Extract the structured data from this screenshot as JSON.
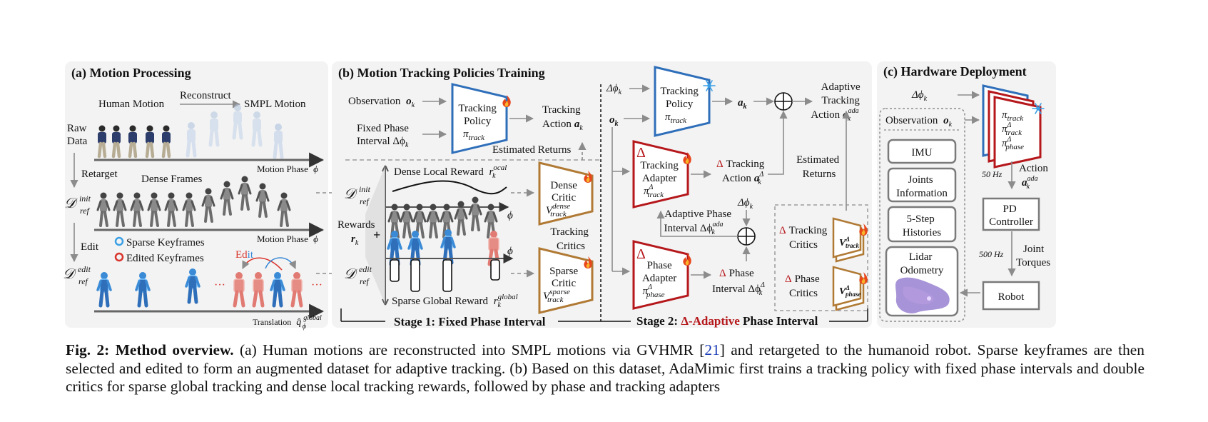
{
  "panels": {
    "a": {
      "title": "(a) Motion Processing",
      "human_motion": "Human Motion",
      "reconstruct": "Reconstruct",
      "smpl_motion": "SMPL Motion",
      "raw_data_1": "Raw",
      "raw_data_2": "Data",
      "retarget": "Retarget",
      "dense_frames": "Dense Frames",
      "edit": "Edit",
      "sparse_keyframes": "Sparse Keyframes",
      "edited_keyframes": "Edited Keyframes",
      "edit_ed": "Ed",
      "edit_it": "it",
      "motion_phase": "Motion Phase",
      "phi": "ϕ",
      "translation": "Translation",
      "d_script": "𝒟",
      "ref": "ref",
      "init": "init",
      "edit_sup": "edit",
      "global": "global",
      "q_hat": "q̂",
      "ellipsis": "···"
    },
    "b": {
      "title": "(b) Motion Tracking Policies Training",
      "observation": "Observation",
      "o_k": "o",
      "k": "k",
      "fixed_phase_1": "Fixed Phase",
      "fixed_phase_2": "Interval Δϕ",
      "tracking_policy_1": "Tracking",
      "tracking_policy_2": "Policy",
      "pi": "π",
      "track": "track",
      "tracking_action_1": "Tracking",
      "tracking_action_2": "Action",
      "a_k": "a",
      "estimated_returns": "Estimated Returns",
      "dense_local_reward": "Dense Local Reward",
      "r_local": "r",
      "ocal": "ocal",
      "dense_critic_1": "Dense",
      "dense_critic_2": "Critic",
      "v": "V",
      "dense": "dense",
      "rewards": "Rewards",
      "plus": "+",
      "tracking_critics_1": "Tracking",
      "tracking_critics_2": "Critics",
      "sparse_critic_1": "Sparse",
      "sparse_critic_2": "Critic",
      "sparse": "sparse",
      "sparse_global_reward": "Sparse Global Reward",
      "global": "global",
      "stage1": "Stage 1: Fixed Phase Interval",
      "delta_phi_k": "Δϕ",
      "tracking_adapter_1": "Tracking",
      "tracking_adapter_2": "Adapter",
      "delta_sup": "Δ",
      "delta_tracking_action_1": "Tracking",
      "delta_tracking_action_2": "Action",
      "adaptive_tracking_1": "Adaptive",
      "adaptive_tracking_2": "Tracking",
      "adaptive_tracking_3": "Action",
      "ada": "ada",
      "estimated_returns_1": "Estimated",
      "estimated_returns_2": "Returns",
      "adaptive_phase_1": "Adaptive Phase",
      "adaptive_phase_2": "Interval Δϕ",
      "phase_adapter_1": "Phase",
      "phase_adapter_2": "Adapter",
      "phase": "phase",
      "delta_phase_1": "Phase",
      "delta_phase_2": "Interval Δϕ",
      "delta_tracking_critics_1": "Tracking",
      "delta_tracking_critics_2": "Critics",
      "delta_phase_critics_1": "Phase",
      "delta_phase_critics_2": "Critics",
      "stage2_prefix": "Stage 2: ",
      "stage2_delta": "Δ-Adaptive",
      "stage2_suffix": " Phase Interval",
      "delta": "Δ"
    },
    "c": {
      "title": "(c) Hardware Deployment",
      "delta_phi_k": "Δϕ",
      "k": "k",
      "observation": "Observation",
      "o_k": "o",
      "imu": "IMU",
      "joints_1": "Joints",
      "joints_2": "Information",
      "histories_1": "5-Step",
      "histories_2": "Histories",
      "lidar_1": "Lidar",
      "lidar_2": "Odometry",
      "pi": "π",
      "track": "track",
      "phase": "phase",
      "delta": "Δ",
      "freq_50": "50 Hz",
      "action": "Action",
      "a_k": "a",
      "ada": "ada",
      "pd_1": "PD",
      "pd_2": "Controller",
      "freq_500": "500 Hz",
      "joint_torques_1": "Joint",
      "joint_torques_2": "Torques",
      "robot": "Robot"
    }
  },
  "caption": {
    "label": "Fig. 2: Method overview.",
    "part1": " (a) Human motions are reconstructed into SMPL motions via GVHMR [",
    "ref": "21",
    "part2": "] and retargeted to the humanoid robot. Sparse keyframes are then selected and edited to form an augmented dataset for adaptive tracking. (b) Based on this dataset, AdaMimic first trains a tracking policy with fixed phase intervals and double critics for sparse global tracking and dense local tracking rewards, followed by phase and tracking adapters"
  },
  "colors": {
    "policy_blue": "#2f6fba",
    "adapter_red": "#b5171b",
    "critic_brown": "#b07a35",
    "panel_bg": "#f3f3f3",
    "sparse_marker": "#3aa0e6",
    "edited_marker": "#d9342b",
    "arrow_gray": "#8c8c8c",
    "ref_blue": "#1a3bb5"
  },
  "icons": [
    "fire-icon",
    "snowflake-icon",
    "oplus-icon"
  ]
}
